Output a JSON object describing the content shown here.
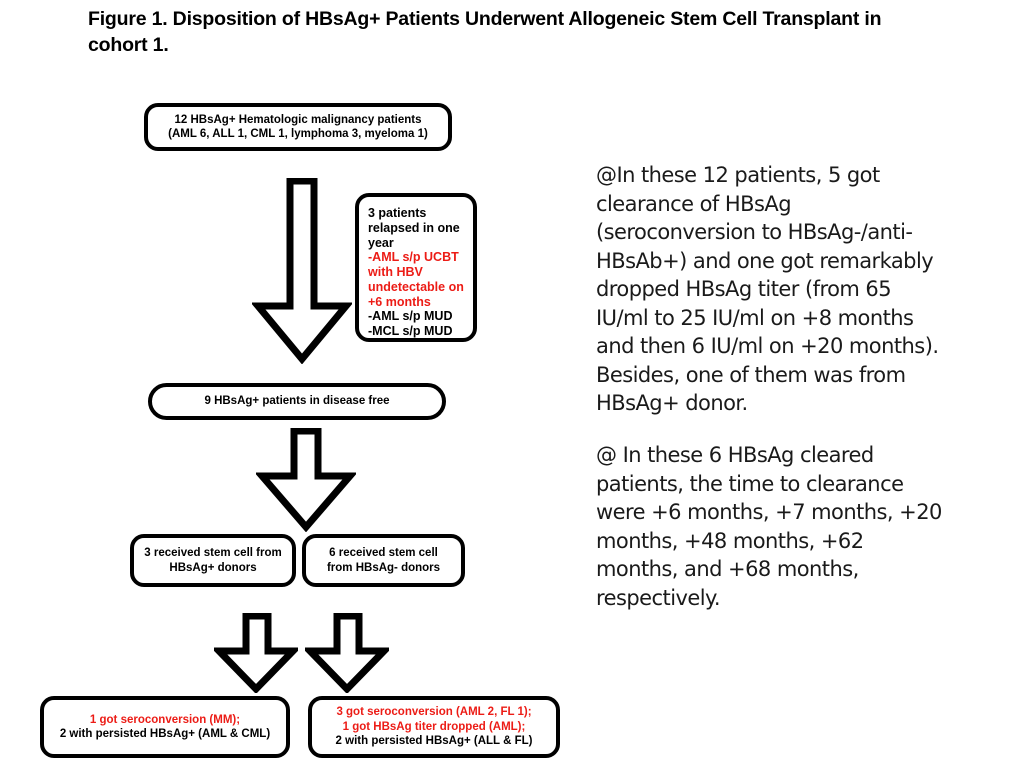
{
  "figure": {
    "title": "Figure 1. Disposition of HBsAg+ Patients Underwent Allogeneic Stem Cell Transplant in cohort 1."
  },
  "colors": {
    "highlight_red": "#ec1c16",
    "text_black": "#000000",
    "box_border": "#000000",
    "background": "#ffffff"
  },
  "flowchart": {
    "boxes": {
      "cohort": {
        "line1": "12 HBsAg+ Hematologic malignancy patients",
        "line2": "(AML 6, ALL 1, CML 1, lymphoma 3, myeloma 1)"
      },
      "relapse": {
        "line1": " 3 patients",
        "line2": "relapsed in one",
        "line3": "year",
        "line4": "-AML s/p UCBT",
        "line5": "with HBV",
        "line6": "undetectable on",
        "line7": "+6 months",
        "line8": "-AML s/p MUD",
        "line9": "-MCL s/p MUD"
      },
      "disease_free": {
        "line1": "9 HBsAg+ patients in disease free"
      },
      "donor_positive": {
        "line1": "3 received stem cell from",
        "line2": "HBsAg+ donors"
      },
      "donor_negative": {
        "line1": "6 received stem cell",
        "line2": "from HBsAg- donors"
      },
      "outcome_left": {
        "line1": "1 got seroconversion (MM);",
        "line2": "2 with persisted HBsAg+ (AML & CML)"
      },
      "outcome_right": {
        "line1": "3 got seroconversion (AML 2, FL 1);",
        "line2": "1 got HBsAg titer dropped (AML);",
        "line3": "2 with persisted HBsAg+ (ALL & FL)"
      }
    },
    "arrows": {
      "long_down": "down-arrow",
      "mid_down": "down-arrow",
      "split_left": "down-arrow",
      "split_right": "down-arrow"
    }
  },
  "notes": {
    "clearance": "@In these 12 patients, 5 got clearance of HBsAg (seroconversion to HBsAg-/anti-HBsAb+) and one got remarkably dropped HBsAg titer (from 65 IU/ml to 25 IU/ml on +8 months and then 6 IU/ml on +20 months). Besides, one of them was from HBsAg+ donor.",
    "time_to_clearance": "@ In these 6 HBsAg cleared patients, the time to clearance were +6 months, +7 months, +20 months, +48 months, +62 months, and +68 months, respectively."
  }
}
